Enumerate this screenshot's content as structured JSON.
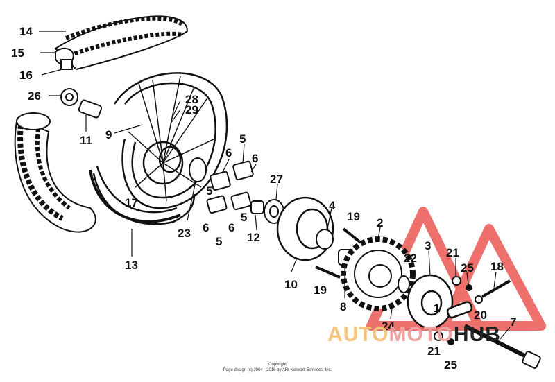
{
  "watermark": {
    "part1": "AUTO",
    "part2": "MOTO",
    "part3": "HUB"
  },
  "footer": {
    "line1": "Copyright",
    "line2": "Page design (c) 2004 - 2016 by ARI Network Services, Inc."
  },
  "callouts": [
    {
      "id": "p14a",
      "text": "14"
    },
    {
      "id": "p15",
      "text": "15"
    },
    {
      "id": "p16",
      "text": "16"
    },
    {
      "id": "p26",
      "text": "26"
    },
    {
      "id": "p11",
      "text": "11"
    },
    {
      "id": "p9",
      "text": "9"
    },
    {
      "id": "p28",
      "text": "28"
    },
    {
      "id": "p29",
      "text": "29"
    },
    {
      "id": "p17",
      "text": "17"
    },
    {
      "id": "p23",
      "text": "23"
    },
    {
      "id": "p13",
      "text": "13"
    },
    {
      "id": "p5a",
      "text": "5"
    },
    {
      "id": "p6a",
      "text": "6"
    },
    {
      "id": "p6b",
      "text": "6"
    },
    {
      "id": "p5b",
      "text": "5"
    },
    {
      "id": "p5c",
      "text": "5"
    },
    {
      "id": "p6c",
      "text": "6"
    },
    {
      "id": "p6d",
      "text": "6"
    },
    {
      "id": "p5d",
      "text": "5"
    },
    {
      "id": "p27",
      "text": "27"
    },
    {
      "id": "p12",
      "text": "12"
    },
    {
      "id": "p4",
      "text": "4"
    },
    {
      "id": "p10",
      "text": "10"
    },
    {
      "id": "p19a",
      "text": "19"
    },
    {
      "id": "p19b",
      "text": "19"
    },
    {
      "id": "p8",
      "text": "8"
    },
    {
      "id": "p2",
      "text": "2"
    },
    {
      "id": "p3",
      "text": "3"
    },
    {
      "id": "p22",
      "text": "22"
    },
    {
      "id": "p1",
      "text": "1"
    },
    {
      "id": "p24",
      "text": "24"
    },
    {
      "id": "p21a",
      "text": "21"
    },
    {
      "id": "p25a",
      "text": "25"
    },
    {
      "id": "p18",
      "text": "18"
    },
    {
      "id": "p20",
      "text": "20"
    },
    {
      "id": "p7",
      "text": "7"
    },
    {
      "id": "p21b",
      "text": "21"
    },
    {
      "id": "p25b",
      "text": "25"
    }
  ]
}
